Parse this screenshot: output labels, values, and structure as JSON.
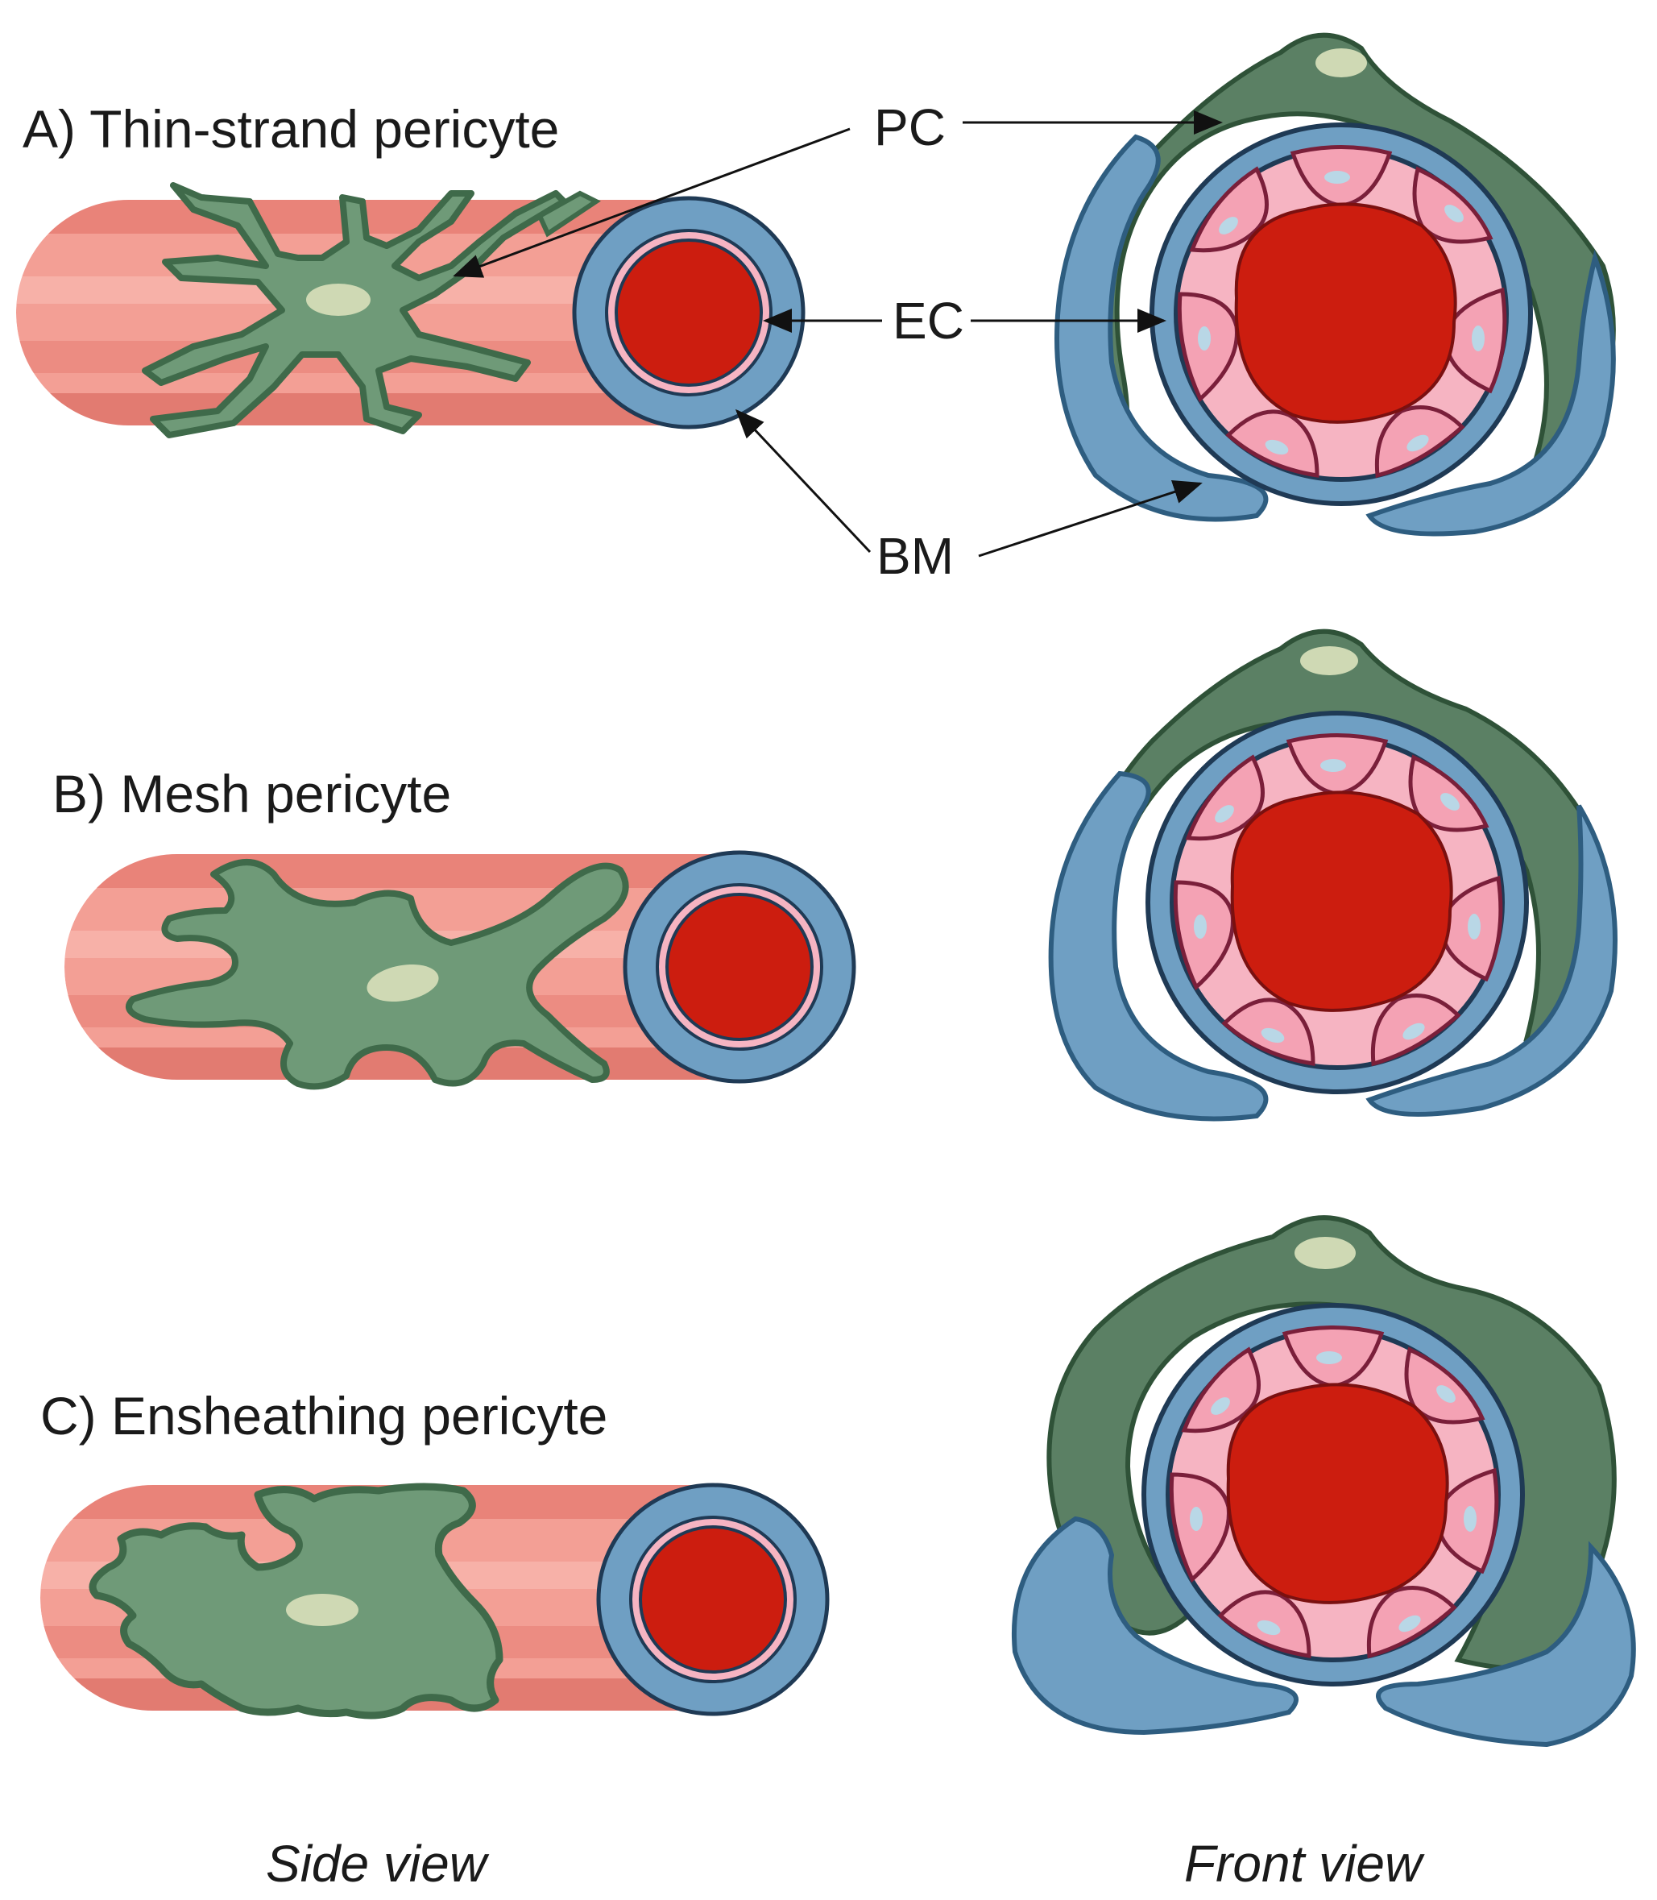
{
  "panels": [
    {
      "label": "A) Thin-strand pericyte"
    },
    {
      "label": "B) Mesh pericyte"
    },
    {
      "label": "C) Ensheathing pericyte"
    }
  ],
  "callouts": {
    "pc": "PC",
    "ec": "EC",
    "bm": "BM"
  },
  "captions": {
    "side": "Side view",
    "front": "Front view"
  },
  "colors": {
    "pericyte": "#6f9a78",
    "pericyte_dark": "#3f6a4a",
    "pericyte_nucleus": "#cfd9b4",
    "vessel_light": "#f5a49a",
    "vessel_mid": "#ee8d83",
    "vessel_dark": "#e27a70",
    "basement_membrane": "#6f9fc3",
    "bm_outline": "#2e5d80",
    "endothelium": "#f6b4c2",
    "lumen": "#cc1d0f",
    "outline": "#1f3a55"
  }
}
